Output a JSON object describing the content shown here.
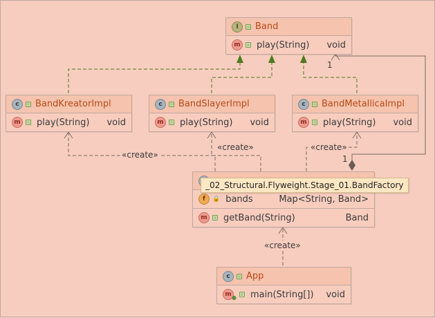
{
  "diagram": {
    "nodes": {
      "band": {
        "kind_icon": "I",
        "title": "Band",
        "methods": [
          {
            "icon": "m",
            "name": "play(String)",
            "type": "void"
          }
        ]
      },
      "band_kreator": {
        "kind_icon": "c",
        "title": "BandKreatorImpl",
        "methods": [
          {
            "icon": "m",
            "name": "play(String)",
            "type": "void"
          }
        ]
      },
      "band_slayer": {
        "kind_icon": "c",
        "title": "BandSlayerImpl",
        "methods": [
          {
            "icon": "m",
            "name": "play(String)",
            "type": "void"
          }
        ]
      },
      "band_metallica": {
        "kind_icon": "c",
        "title": "BandMetallicaImpl",
        "methods": [
          {
            "icon": "m",
            "name": "play(String)",
            "type": "void"
          }
        ]
      },
      "band_factory": {
        "fields": [
          {
            "icon": "f",
            "name": "bands",
            "type": "Map<String, Band>"
          }
        ],
        "methods": [
          {
            "icon": "m",
            "name": "getBand(String)",
            "type": "Band"
          }
        ]
      },
      "app": {
        "kind_icon": "c",
        "title": "App",
        "methods": [
          {
            "icon": "m",
            "name": "main(String[])",
            "type": "void"
          }
        ]
      }
    },
    "tooltip": "_02_Structural.Flyweight.Stage_01.BandFactory",
    "edge_labels": {
      "create_kreator": "«create»",
      "create_slayer": "«create»",
      "create_metallica": "«create»",
      "create_factory": "«create»"
    },
    "multiplicities": {
      "band_end": "1",
      "factory_end": "1"
    },
    "colors": {
      "background": "#f7cdbf",
      "title": "#b84a17",
      "realization": "#4e7a1f",
      "dependency": "#7a6a62"
    },
    "icons": [
      "interface-icon",
      "class-icon",
      "method-icon",
      "field-icon",
      "public-icon",
      "private-lock-icon",
      "static-pin-icon"
    ]
  }
}
